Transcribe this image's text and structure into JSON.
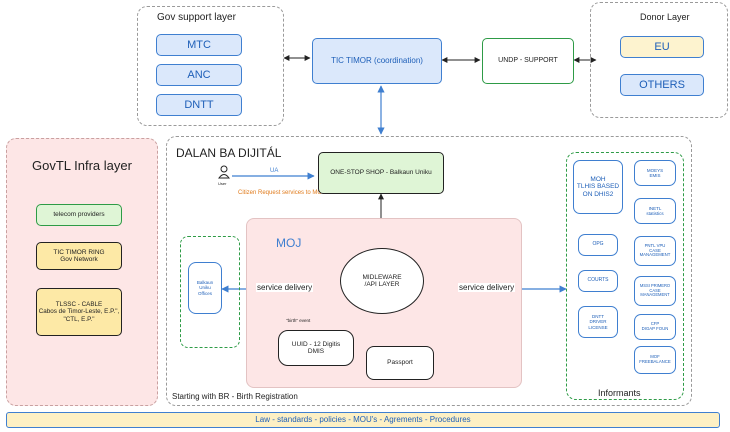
{
  "gov_support": {
    "title": "Gov support layer",
    "items": [
      "MTC",
      "ANC",
      "DNTT"
    ]
  },
  "donor": {
    "title": "Donor Layer",
    "items": [
      "EU",
      "OTHERS"
    ]
  },
  "tic_timor": "TIC TIMOR (coordination)",
  "undp": "UNDP - SUPPORT",
  "infra": {
    "title": "GovTL Infra layer",
    "telecom": "telecom providers",
    "ring": "TIC TIMOR RING\nGov Network",
    "cable": "TLSSC - CABLE\nCabos de Timor-Leste, E.P.\",\n\"CTL, E.P.\""
  },
  "dalan": {
    "title": "DALAN BA DIJITÁL",
    "footer": "Starting with BR - Birth Registration"
  },
  "user": {
    "label": "User",
    "ua": "UA",
    "citizen": "Citizen Request services to MOJ"
  },
  "one_stop": "ONE-STOP SHOP - Balkaun Uniku",
  "moj": {
    "title": "MOJ",
    "middleware": "MIDLEWARE\n/API LAYER",
    "uuid": "UUID - 12 Digitis\nDMIS",
    "passport": "Passport",
    "birth_event": "\"birth\" event"
  },
  "balkaun": "Balkaun\nUniku\nOffices",
  "service_left": "service delivery",
  "service_right": "service delivery",
  "informants": {
    "title": "Informants",
    "left": [
      "MOH\nTLHIS BASED\nON DHIS2",
      "OPG",
      "COURTS",
      "DNTT\nDRIVER\nLICENSE"
    ],
    "right": [
      "MOEYS\nEMIS",
      "INETL\nstatistics",
      "PNTL VPU\nCASE\nMANAGEMENT",
      "MSSI PRIMERO\nCASE\nMANAGEMENT",
      "CFP\nDIGAP FOUN",
      "MOF\nFREEBALANCE"
    ]
  },
  "bottom_bar": "Law - standards - policies - MOU's - Agrements - Procedures"
}
